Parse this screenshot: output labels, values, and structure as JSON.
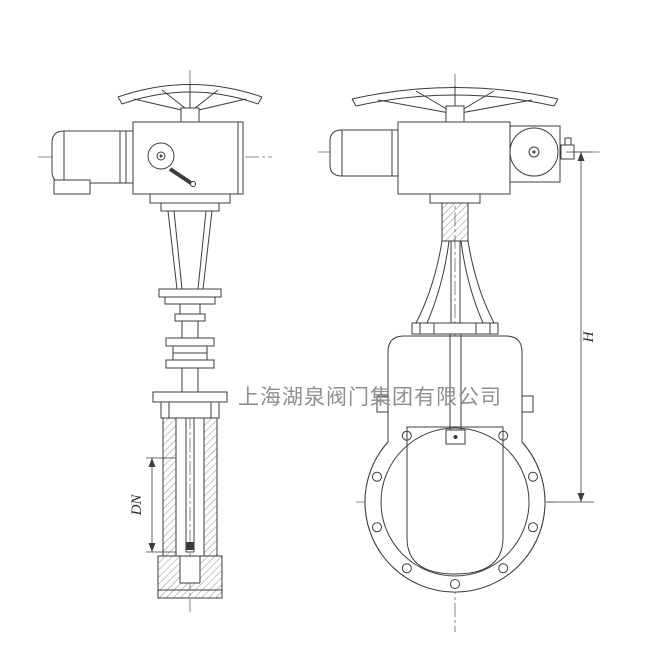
{
  "watermark": {
    "text": "上海湖泉阀门集团有限公司",
    "color": "#8f8f8f"
  },
  "dimensions": {
    "dn_label": "DN",
    "h_label": "H"
  },
  "colors": {
    "line": "#3c3c3c",
    "background": "#ffffff",
    "centerline": "#6a6a6a"
  }
}
